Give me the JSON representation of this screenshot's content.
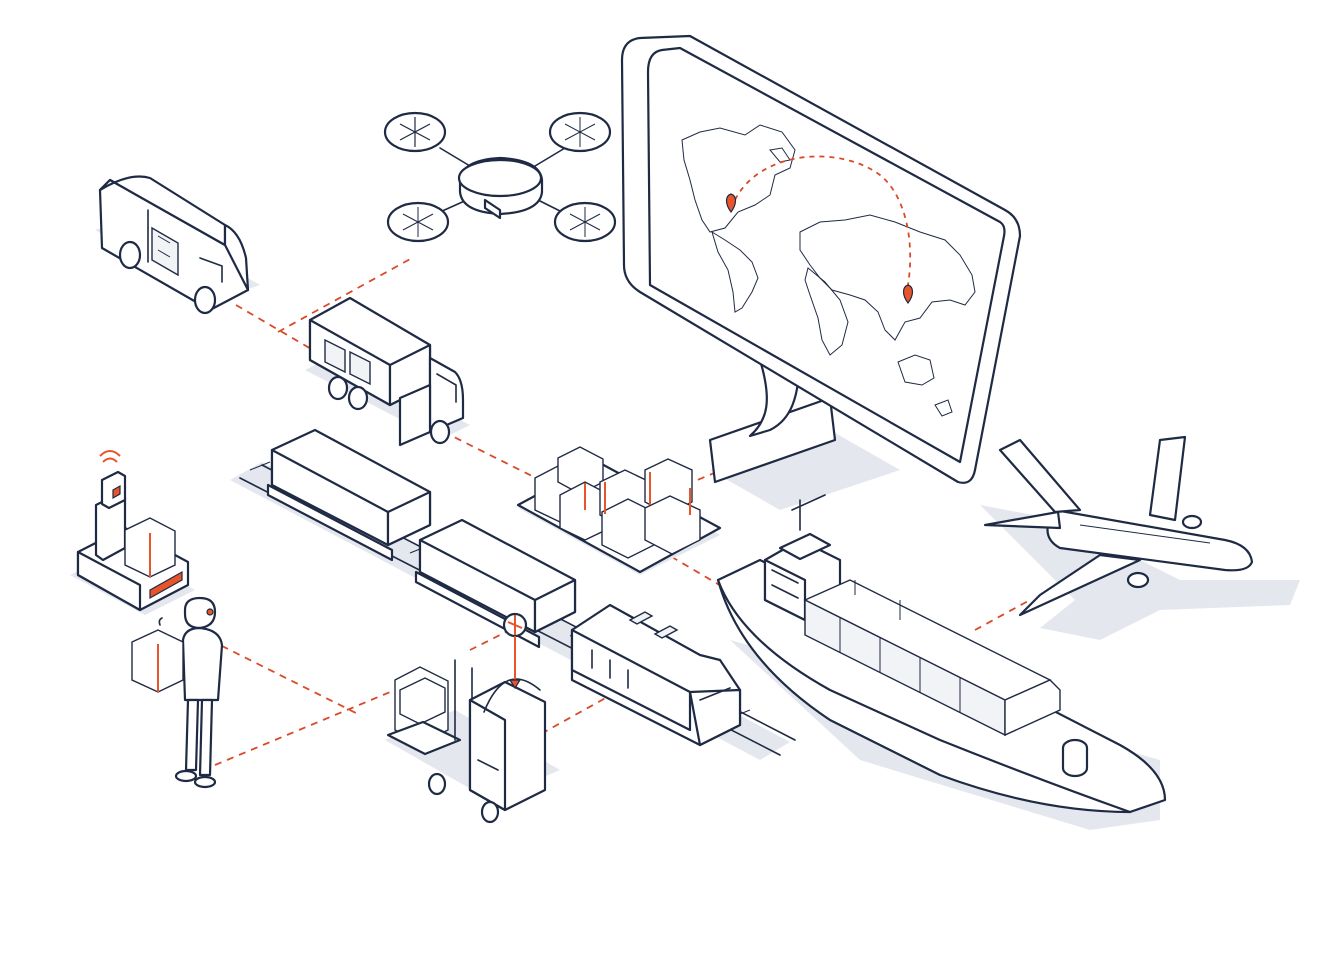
{
  "illustration": {
    "style": "isometric line art",
    "colors": {
      "line": "#1f2a44",
      "accent": "#e8552b",
      "shadow": "#e4e7ee",
      "background": "#ffffff"
    },
    "elements": [
      "delivery-van",
      "drone",
      "box-truck",
      "freight-train",
      "pallet-boxes",
      "computer-monitor",
      "world-map",
      "route-pin-origin",
      "route-pin-destination",
      "airplane",
      "cargo-ship",
      "delivery-robot",
      "humanoid-robot",
      "forklift"
    ]
  }
}
